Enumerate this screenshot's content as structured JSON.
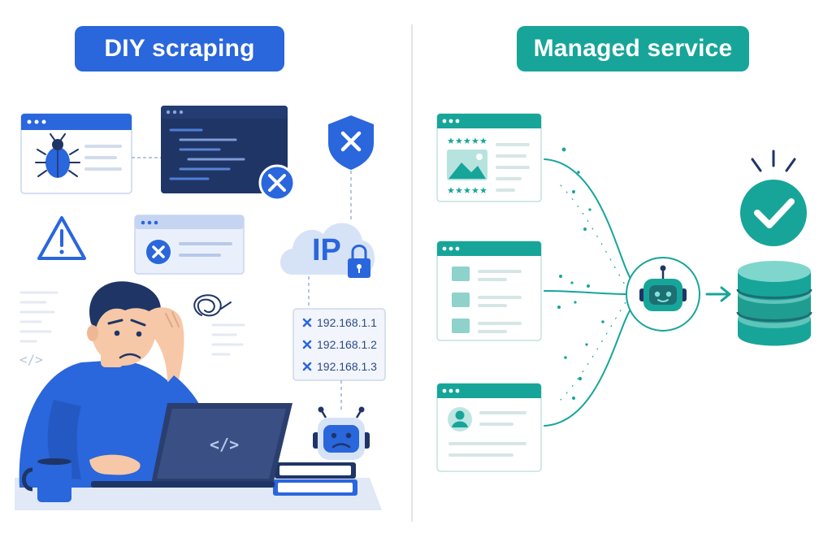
{
  "left_panel": {
    "title": "DIY scraping",
    "cloud_label": "IP",
    "blocked_ips": [
      "192.168.1.1",
      "192.168.1.2",
      "192.168.1.3"
    ],
    "code_symbol": "</>",
    "accent": "#2a66dc",
    "dark": "#1f3566"
  },
  "right_panel": {
    "title": "Managed service",
    "accent": "#17a59a"
  },
  "icons": [
    "bug-icon",
    "warning-icon",
    "error-x-icon",
    "shield-x-icon",
    "lock-icon",
    "robot-icon",
    "sad-robot-icon",
    "checkmark-icon",
    "database-icon",
    "laptop-icon",
    "mug-icon",
    "image-icon",
    "avatar-icon",
    "star-icon"
  ]
}
